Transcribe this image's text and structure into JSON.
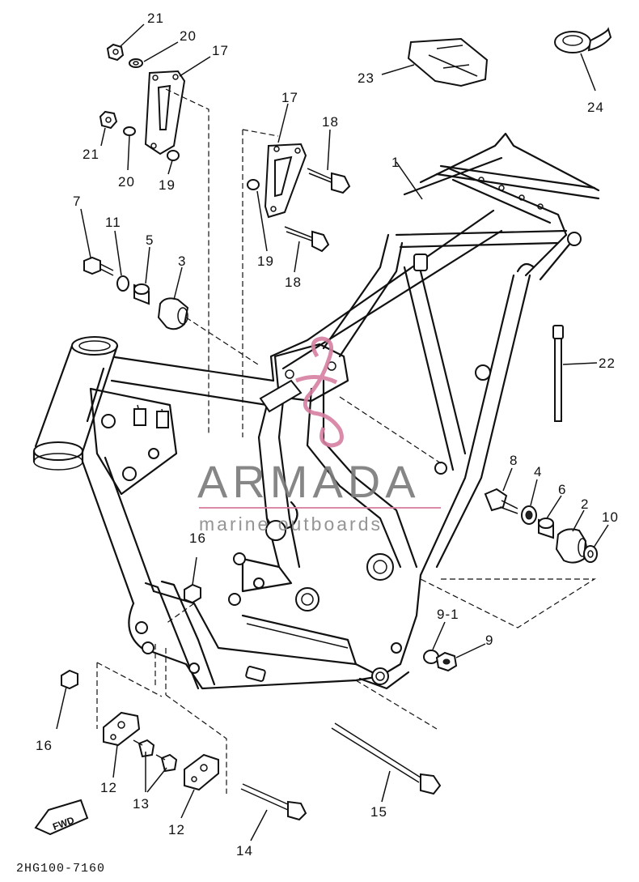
{
  "labels": {
    "n21a": "21",
    "n20a": "20",
    "n17a": "17",
    "n21b": "21",
    "n20b": "20",
    "n19a": "19",
    "n17b": "17",
    "n18a": "18",
    "n19b": "19",
    "n18b": "18",
    "n7": "7",
    "n11": "11",
    "n5": "5",
    "n3": "3",
    "n1": "1",
    "n23": "23",
    "n24": "24",
    "n22": "22",
    "n16a": "16",
    "n8": "8",
    "n4": "4",
    "n6": "6",
    "n2": "2",
    "n10": "10",
    "n91": "9-1",
    "n9": "9",
    "n16b": "16",
    "n12a": "12",
    "n13": "13",
    "n12b": "12",
    "n14": "14",
    "n15": "15"
  },
  "fwd_badge": "FWD",
  "diagram_code": "2HG100-7160",
  "watermark": {
    "brand": "ARMADA",
    "subtitle": "marine outboards",
    "accent_color": "#d77fa1",
    "text_color": "#7a7a7a"
  }
}
